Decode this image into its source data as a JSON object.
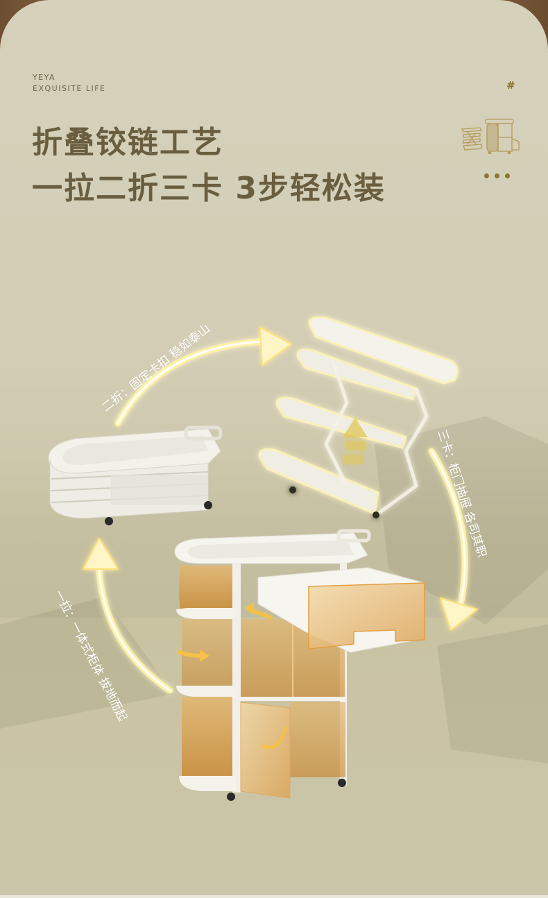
{
  "brand": {
    "line1": "YEYA",
    "line2": "EXQUISITE LIFE"
  },
  "corner": {
    "hash_label": "#",
    "icon": "folding-cart-sketch-icon",
    "dots_icon": "more-dots-icon"
  },
  "headline": {
    "line1": "折叠铰链工艺",
    "line2": "一拉二折三卡 3步轻松装"
  },
  "steps": [
    {
      "label": "一拉：一体式柜体 拔地而起",
      "icon": "arrow-up-icon"
    },
    {
      "label": "二折：固定卡扣 稳如泰山",
      "icon": "arrow-right-icon"
    },
    {
      "label": "三卡：柜门抽屉 各司其职",
      "icon": "arrow-down-icon"
    }
  ],
  "products": [
    {
      "name": "folded-cart",
      "state": "collapsed"
    },
    {
      "name": "unfolding-cart",
      "state": "expanding"
    },
    {
      "name": "assembled-cabinet",
      "state": "assembled"
    }
  ],
  "colors": {
    "background": "#d4cfb7",
    "title": "#6a5e40",
    "accent_gold": "#8d7433",
    "arrow_glow": "#ffe27a",
    "amber_panel": "#d9a54e"
  }
}
